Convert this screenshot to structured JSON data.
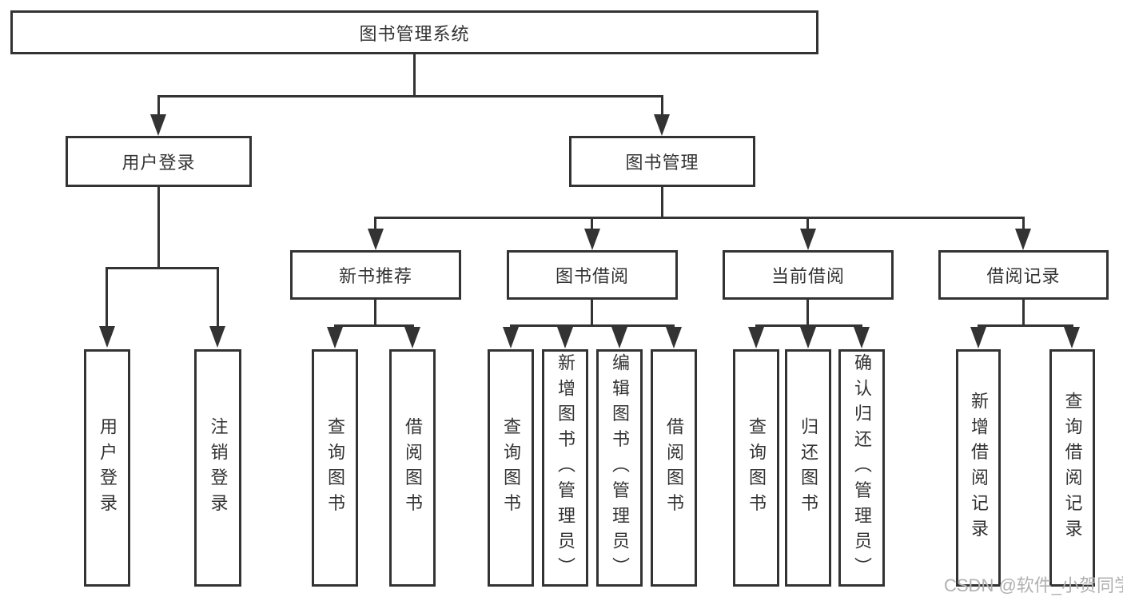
{
  "diagram": {
    "root": {
      "label": "图书管理系统"
    },
    "branches": [
      {
        "label": "用户登录",
        "leaves": [
          {
            "label": "用户登录"
          },
          {
            "label": "注销登录"
          }
        ]
      },
      {
        "label": "图书管理",
        "groups": [
          {
            "label": "新书推荐",
            "leaves": [
              {
                "label": "查询图书"
              },
              {
                "label": "借阅图书"
              }
            ]
          },
          {
            "label": "图书借阅",
            "leaves": [
              {
                "label": "查询图书"
              },
              {
                "label": "新增图书（管理员）"
              },
              {
                "label": "编辑图书（管理员）"
              },
              {
                "label": "借阅图书"
              }
            ]
          },
          {
            "label": "当前借阅",
            "leaves": [
              {
                "label": "查询图书"
              },
              {
                "label": "归还图书"
              },
              {
                "label": "确认归还（管理员）"
              }
            ]
          },
          {
            "label": "借阅记录",
            "leaves": [
              {
                "label": "新增借阅记录"
              },
              {
                "label": "查询借阅记录"
              }
            ]
          }
        ]
      }
    ]
  },
  "watermark": {
    "text": "CSDN @软件_小贺同学"
  },
  "colors": {
    "line": "#333333",
    "box_border": "#333333",
    "box_fill": "#ffffff",
    "text": "#333333",
    "watermark": "#b2b0b0",
    "background": "#ffffff"
  }
}
